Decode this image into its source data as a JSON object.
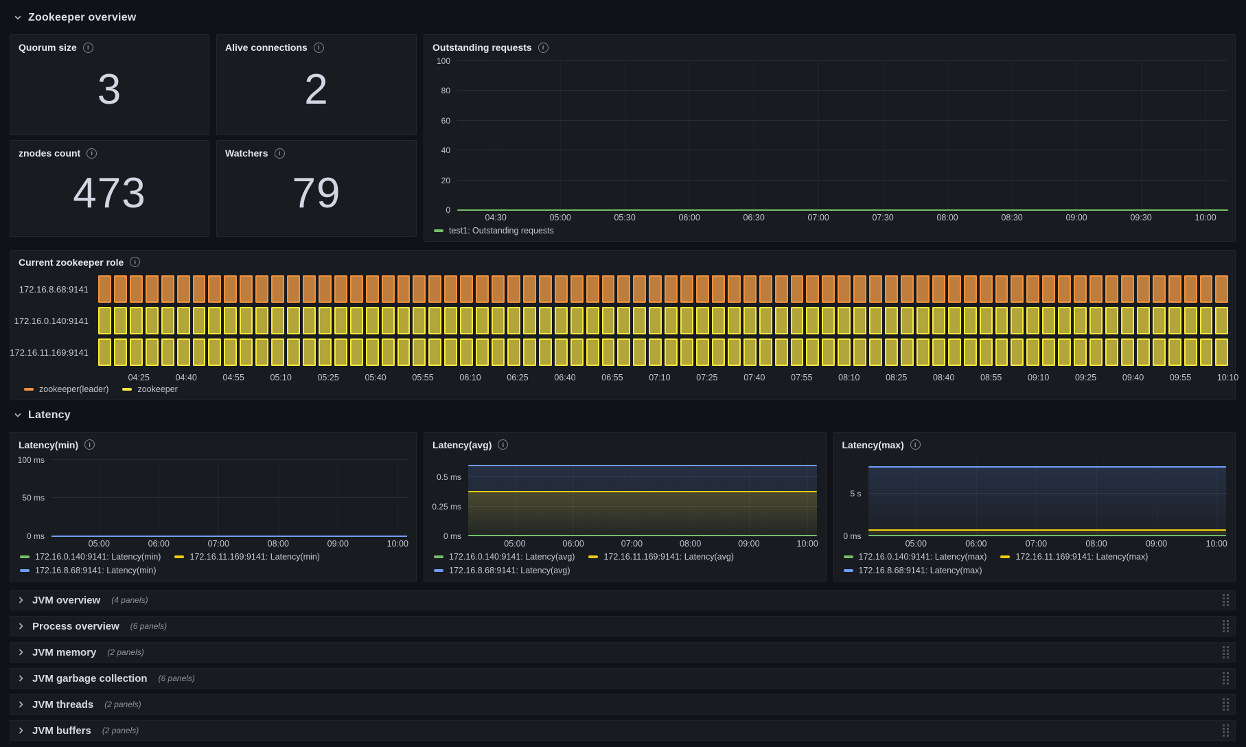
{
  "colors": {
    "green": "#73BF69",
    "gold": "#F2CC0C",
    "blue": "#6E9FFF",
    "orange_border": "#F0913E",
    "orange_fill": "rgba(255,163,72,0.72)",
    "yellow_border": "#F8E93C",
    "yellow_fill": "rgba(252,232,70,0.68)"
  },
  "overview_section": {
    "label": "Zookeeper overview"
  },
  "latency_section": {
    "label": "Latency"
  },
  "stats": [
    {
      "title": "Quorum size",
      "value": "3"
    },
    {
      "title": "Alive connections",
      "value": "2"
    },
    {
      "title": "znodes count",
      "value": "473"
    },
    {
      "title": "Watchers",
      "value": "79"
    }
  ],
  "outstanding": {
    "title": "Outstanding requests",
    "y_ticks": [
      {
        "label": "100",
        "f": 1.0
      },
      {
        "label": "80",
        "f": 0.8
      },
      {
        "label": "60",
        "f": 0.6
      },
      {
        "label": "40",
        "f": 0.4
      },
      {
        "label": "20",
        "f": 0.2
      },
      {
        "label": "0",
        "f": 0.0
      }
    ],
    "x_ticks": [
      "04:30",
      "05:00",
      "05:30",
      "06:00",
      "06:30",
      "07:00",
      "07:30",
      "08:00",
      "08:30",
      "09:00",
      "09:30",
      "10:00"
    ],
    "x_start": 0.05,
    "x_step": 0.0837,
    "lines": [
      {
        "color": "#73BF69",
        "f": 0.0,
        "w": 1.0
      }
    ],
    "legend": [
      {
        "color": "#73BF69",
        "label": "test1: Outstanding requests"
      }
    ]
  },
  "role": {
    "title": "Current zookeeper role",
    "rows": [
      {
        "label": "172.16.8.68:9141",
        "state": "zookeeper(leader)",
        "color": "orange"
      },
      {
        "label": "172.16.0.140:9141",
        "state": "zookeeper",
        "color": "yellow"
      },
      {
        "label": "172.16.11.169:9141",
        "state": "zookeeper",
        "color": "yellow"
      }
    ],
    "blocks_per_row": 72,
    "x_ticks": [
      "04:25",
      "04:40",
      "04:55",
      "05:10",
      "05:25",
      "05:40",
      "05:55",
      "06:10",
      "06:25",
      "06:40",
      "06:55",
      "07:10",
      "07:25",
      "07:40",
      "07:55",
      "08:10",
      "08:25",
      "08:40",
      "08:55",
      "09:10",
      "09:25",
      "09:40",
      "09:55",
      "10:10"
    ],
    "x_start": 0.036,
    "x_step": 0.0419,
    "legend": [
      {
        "color": "#F0913E",
        "label": "zookeeper(leader)"
      },
      {
        "color": "#F8E93C",
        "label": "zookeeper"
      }
    ]
  },
  "latency_panels": [
    {
      "title": "Latency(min)",
      "y_axis_width": 50,
      "y_ticks": [
        {
          "label": "100 ms",
          "f": 1.0
        },
        {
          "label": "50 ms",
          "f": 0.5
        },
        {
          "label": "0 ms",
          "f": 0.0
        }
      ],
      "x_ticks": [
        "05:00",
        "06:00",
        "07:00",
        "08:00",
        "09:00",
        "10:00"
      ],
      "x_start": 0.133,
      "x_step": 0.167,
      "lines": [
        {
          "color": "#73BF69",
          "f": 0.0,
          "w": 0.995
        },
        {
          "color": "#F2CC0C",
          "f": 0.0,
          "w": 0.995
        },
        {
          "color": "#6E9FFF",
          "f": 0.0,
          "w": 0.995
        }
      ],
      "legend": [
        {
          "color": "#73BF69",
          "label": "172.16.0.140:9141: Latency(min)"
        },
        {
          "color": "#F2CC0C",
          "label": "172.16.11.169:9141: Latency(min)"
        },
        {
          "color": "#6E9FFF",
          "label": "172.16.8.68:9141: Latency(min)"
        }
      ]
    },
    {
      "title": "Latency(avg)",
      "y_axis_width": 54,
      "y_ticks": [
        {
          "label": "0.5 ms",
          "f": 0.77
        },
        {
          "label": "0.25 ms",
          "f": 0.385
        },
        {
          "label": "0 ms",
          "f": 0.0
        }
      ],
      "x_ticks": [
        "05:00",
        "06:00",
        "07:00",
        "08:00",
        "09:00",
        "10:00"
      ],
      "x_start": 0.133,
      "x_step": 0.167,
      "lines": [
        {
          "color": "#6E9FFF",
          "f": 0.925,
          "w": 0.995,
          "fill": "rgba(110,159,255,0.16)",
          "fill2": "rgba(110,159,255,0.03)"
        },
        {
          "color": "#F2CC0C",
          "f": 0.585,
          "w": 0.995,
          "fill": "rgba(242,204,12,0.20)",
          "fill2": "rgba(242,204,12,0.03)"
        },
        {
          "color": "#73BF69",
          "f": 0.012,
          "w": 0.995
        }
      ],
      "legend": [
        {
          "color": "#73BF69",
          "label": "172.16.0.140:9141: Latency(avg)"
        },
        {
          "color": "#F2CC0C",
          "label": "172.16.11.169:9141: Latency(avg)"
        },
        {
          "color": "#6E9FFF",
          "label": "172.16.8.68:9141: Latency(avg)"
        }
      ]
    },
    {
      "title": "Latency(max)",
      "y_axis_width": 40,
      "y_ticks": [
        {
          "label": "5 s",
          "f": 0.555
        },
        {
          "label": "0 ms",
          "f": 0.0
        }
      ],
      "x_ticks": [
        "05:00",
        "06:00",
        "07:00",
        "08:00",
        "09:00",
        "10:00"
      ],
      "x_start": 0.133,
      "x_step": 0.167,
      "lines": [
        {
          "color": "#6E9FFF",
          "f": 0.91,
          "w": 0.995,
          "fill": "rgba(110,159,255,0.16)",
          "fill2": "rgba(110,159,255,0.04)"
        },
        {
          "color": "#F2CC0C",
          "f": 0.085,
          "w": 0.995,
          "fill": "rgba(242,204,12,0.14)",
          "fill2": "rgba(242,204,12,0.03)"
        },
        {
          "color": "#73BF69",
          "f": 0.012,
          "w": 0.995
        }
      ],
      "legend": [
        {
          "color": "#73BF69",
          "label": "172.16.0.140:9141: Latency(max)"
        },
        {
          "color": "#F2CC0C",
          "label": "172.16.11.169:9141: Latency(max)"
        },
        {
          "color": "#6E9FFF",
          "label": "172.16.8.68:9141: Latency(max)"
        }
      ]
    }
  ],
  "collapsed_sections": [
    {
      "label": "JVM overview",
      "count": "(4 panels)"
    },
    {
      "label": "Process overview",
      "count": "(6 panels)"
    },
    {
      "label": "JVM memory",
      "count": "(2 panels)"
    },
    {
      "label": "JVM garbage collection",
      "count": "(6 panels)"
    },
    {
      "label": "JVM threads",
      "count": "(2 panels)"
    },
    {
      "label": "JVM buffers",
      "count": "(2 panels)"
    }
  ],
  "chart_data": [
    {
      "type": "line",
      "title": "Outstanding requests",
      "x": [
        "04:30",
        "05:00",
        "05:30",
        "06:00",
        "06:30",
        "07:00",
        "07:30",
        "08:00",
        "08:30",
        "09:00",
        "09:30",
        "10:00"
      ],
      "ylim": [
        0,
        100
      ],
      "series": [
        {
          "name": "test1: Outstanding requests",
          "constant_value": 0
        }
      ],
      "legend_position": "bottom",
      "grid": true
    },
    {
      "type": "state-timeline",
      "title": "Current zookeeper role",
      "x": [
        "04:25",
        "10:10"
      ],
      "rows": [
        {
          "name": "172.16.8.68:9141",
          "state": "zookeeper(leader)"
        },
        {
          "name": "172.16.0.140:9141",
          "state": "zookeeper"
        },
        {
          "name": "172.16.11.169:9141",
          "state": "zookeeper"
        }
      ],
      "legend_position": "bottom"
    },
    {
      "type": "line",
      "title": "Latency(min)",
      "x": [
        "05:00",
        "10:00"
      ],
      "ylim_ms": [
        0,
        100
      ],
      "series": [
        {
          "name": "172.16.0.140:9141: Latency(min)",
          "constant_value_ms": 0
        },
        {
          "name": "172.16.11.169:9141: Latency(min)",
          "constant_value_ms": 0
        },
        {
          "name": "172.16.8.68:9141: Latency(min)",
          "constant_value_ms": 0
        }
      ]
    },
    {
      "type": "line",
      "title": "Latency(avg)",
      "x": [
        "05:00",
        "10:00"
      ],
      "yticks_ms": [
        0,
        0.25,
        0.5
      ],
      "series": [
        {
          "name": "172.16.0.140:9141: Latency(avg)",
          "constant_value_ms": 0.01
        },
        {
          "name": "172.16.11.169:9141: Latency(avg)",
          "constant_value_ms": 0.38
        },
        {
          "name": "172.16.8.68:9141: Latency(avg)",
          "constant_value_ms": 0.6
        }
      ]
    },
    {
      "type": "line",
      "title": "Latency(max)",
      "x": [
        "05:00",
        "10:00"
      ],
      "yticks": [
        "0 ms",
        "5 s"
      ],
      "series": [
        {
          "name": "172.16.0.140:9141: Latency(max)",
          "constant_value_s": 0.05
        },
        {
          "name": "172.16.11.169:9141: Latency(max)",
          "constant_value_s": 0.8
        },
        {
          "name": "172.16.8.68:9141: Latency(max)",
          "constant_value_s": 8.2
        }
      ]
    }
  ]
}
